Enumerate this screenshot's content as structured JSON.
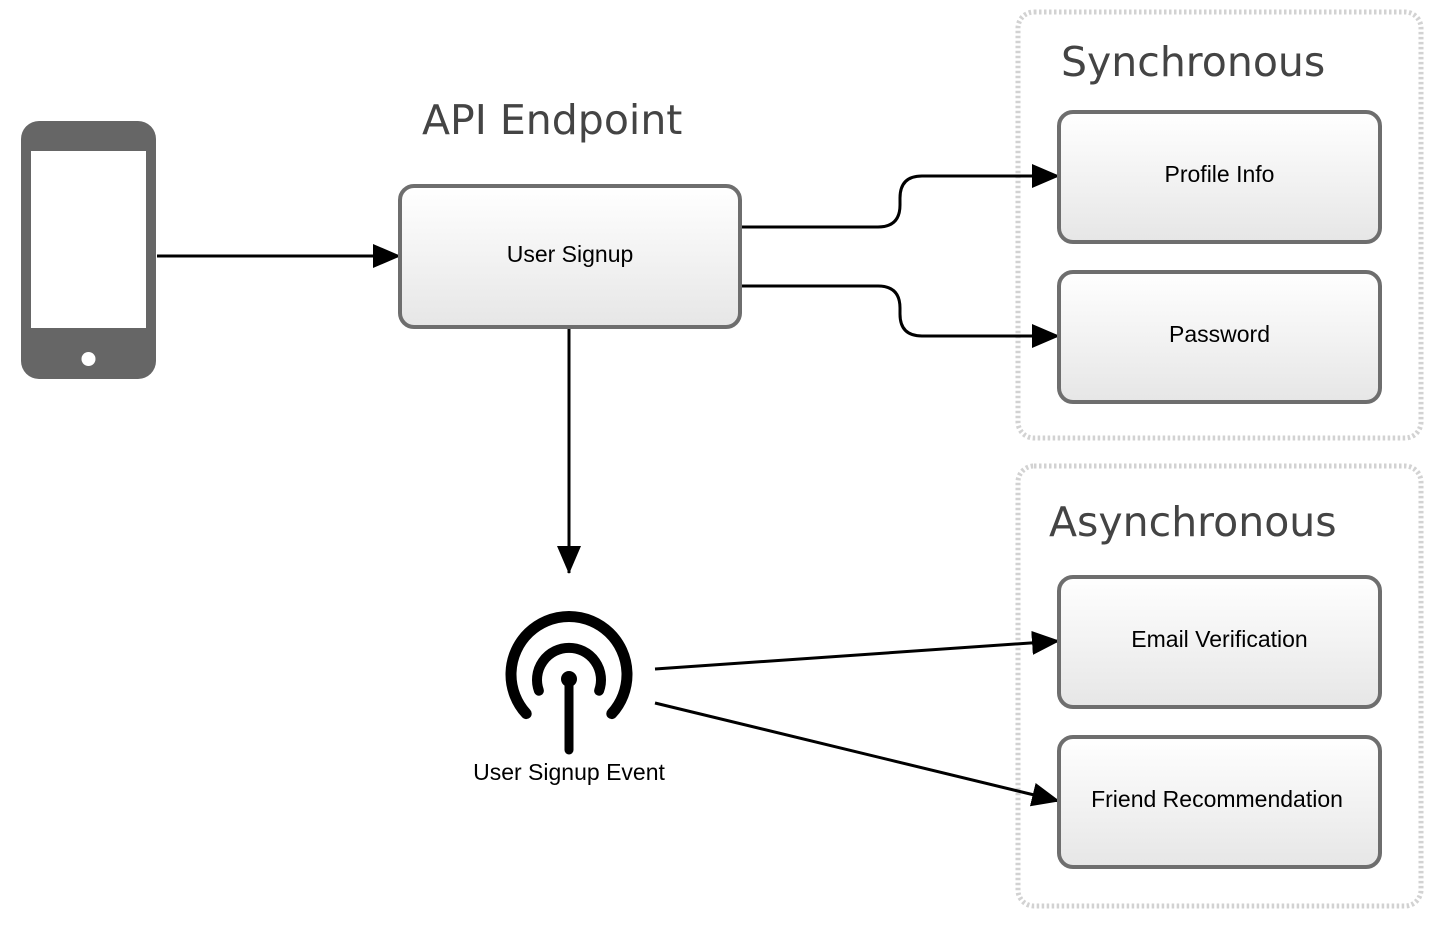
{
  "titles": {
    "api_endpoint": "API Endpoint",
    "synchronous": "Synchronous",
    "asynchronous": "Asynchronous"
  },
  "nodes": {
    "user_signup": "User Signup",
    "profile_info": "Profile Info",
    "password": "Password",
    "email_verification": "Email Verification",
    "friend_recommendation": "Friend Recommendation"
  },
  "event": {
    "label": "User Signup Event"
  },
  "icons": {
    "client": "smartphone-icon",
    "event": "broadcast-antenna-icon"
  },
  "edges": [
    {
      "from": "smartphone",
      "to": "User Signup"
    },
    {
      "from": "User Signup",
      "to": "Profile Info"
    },
    {
      "from": "User Signup",
      "to": "Password"
    },
    {
      "from": "User Signup",
      "to": "User Signup Event"
    },
    {
      "from": "User Signup Event",
      "to": "Email Verification"
    },
    {
      "from": "User Signup Event",
      "to": "Friend Recommendation"
    }
  ],
  "colors": {
    "phone": "#666666",
    "node_border": "#6e6e6e",
    "node_fill_top": "#ffffff",
    "node_fill_bottom": "#e6e6e6",
    "group_border": "#d2d2d2",
    "title_text": "#444444",
    "edge": "#000000"
  }
}
